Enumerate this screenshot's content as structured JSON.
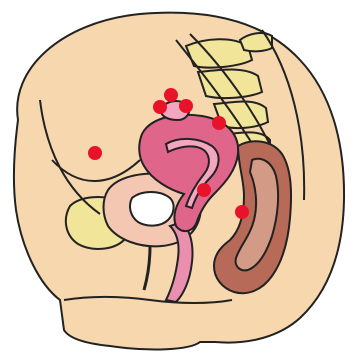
{
  "illustration": {
    "kind": "pelvis-sagittal-section",
    "colors": {
      "skin": "#F6D7AE",
      "outline": "#222222",
      "bone": "#F1E59A",
      "uterus": "#E0658A",
      "uterus_light": "#F2A6BF",
      "rectum": "#B66A57",
      "rectum_light": "#D39A86",
      "bladder": "#F4C7B2",
      "bladder_inner": "#FFFFFF",
      "marker": "#E8132B",
      "vagina": "#EA8FAE"
    },
    "markers": [
      {
        "id": "marker-1",
        "site": "peritoneum-anterior"
      },
      {
        "id": "marker-2",
        "site": "fallopian-tube"
      },
      {
        "id": "marker-3",
        "site": "ovary"
      },
      {
        "id": "marker-4",
        "site": "uterine-fundus"
      },
      {
        "id": "marker-5",
        "site": "posterior-uterus"
      },
      {
        "id": "marker-6",
        "site": "vesicouterine-pouch"
      },
      {
        "id": "marker-7",
        "site": "rectovaginal-septum"
      }
    ]
  }
}
